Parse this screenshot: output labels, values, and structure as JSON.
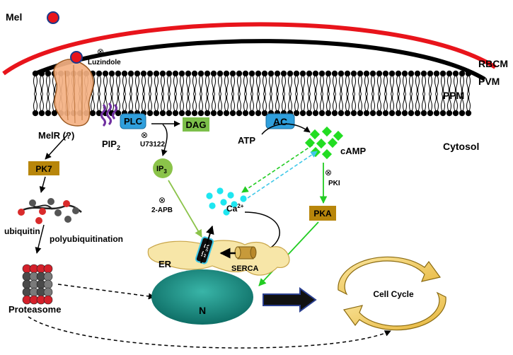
{
  "labels": {
    "mel": "Mel",
    "rbcm": "RBCM",
    "pvm": "PVM",
    "ppm": "PPM",
    "cytosol": "Cytosol",
    "luzindole": "Luzindole",
    "melr": "MelR (?)",
    "pip2_main": "PIP",
    "pip2_sub": "2",
    "plc": "PLC",
    "dag": "DAG",
    "u73122": "U73122",
    "ip3_main": "IP",
    "ip3_sub": "3",
    "ac": "AC",
    "atp": "ATP",
    "camp": "cAMP",
    "pki": "PKI",
    "pka": "PKA",
    "pk7": "PK7",
    "ubiquitin": "ubiquitin",
    "polyubiquitination": "polyubiquitination",
    "proteasome": "Proteasome",
    "apb": "2-APB",
    "ca_main": "Ca",
    "ca_sup": "2+",
    "er": "ER",
    "ip3r": "IP₃R",
    "serca": "SERCA",
    "nucleus": "N",
    "cell_cycle": "Cell Cycle",
    "inhibitor_symbol": "⊗"
  },
  "colors": {
    "rbcm_red": "#e8141b",
    "membrane_black": "#000000",
    "receptor_orange": "#f4b183",
    "plc_blue": "#2f9fdc",
    "dag_green": "#7cbf4a",
    "pk_gold": "#b8860b",
    "camp_green": "#22dd22",
    "ca_cyan": "#1ee6f0",
    "er_yellow": "#f7e6a8",
    "nucleus_teal": "#1f9a8e",
    "cell_cycle_yellow": "#f5d36b",
    "ip3_green": "#8bc34a",
    "pip2_purple": "#7030a0"
  }
}
